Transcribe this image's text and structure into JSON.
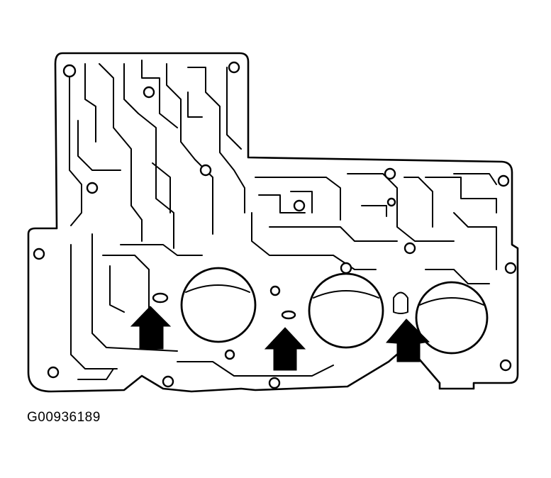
{
  "figure": {
    "id_label": "G00936189",
    "subject": "valve-body-separator-plate",
    "arrow_count": 3,
    "colors": {
      "line": "#000000",
      "background": "#ffffff"
    }
  }
}
